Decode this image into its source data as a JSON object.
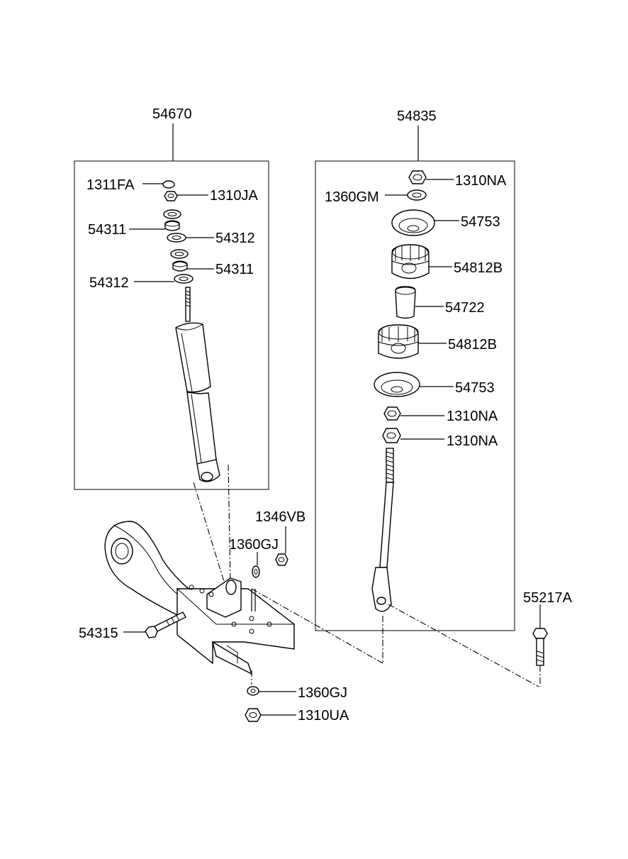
{
  "diagram": {
    "assemblies": {
      "shock_absorber": "54670",
      "stabilizer_link": "54835"
    },
    "labels": {
      "p1311FA": "1311FA",
      "p1310JA": "1310JA",
      "p54311_top": "54311",
      "p54312_top": "54312",
      "p54311_bottom": "54311",
      "p54312_bottom": "54312",
      "p1310NA_top": "1310NA",
      "p1360GM": "1360GM",
      "p54753_top": "54753",
      "p54812B_top": "54812B",
      "p54722": "54722",
      "p54812B_bottom": "54812B",
      "p54753_bottom": "54753",
      "p1310NA_mid": "1310NA",
      "p1310NA_bottom": "1310NA",
      "p1346VB": "1346VB",
      "p1360GJ_top": "1360GJ",
      "p55217A": "55217A",
      "p54315": "54315",
      "p1360GJ_bottom": "1360GJ",
      "p1310UA": "1310UA"
    }
  }
}
